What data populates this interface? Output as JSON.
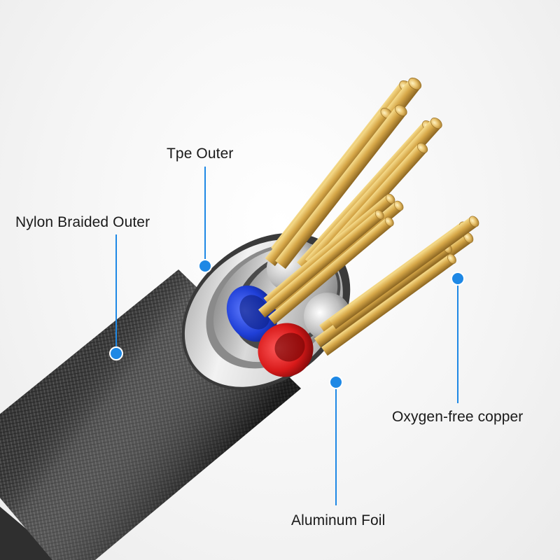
{
  "diagram": {
    "labels": {
      "tpe_outer": "Tpe Outer",
      "nylon_braided_outer": "Nylon Braided Outer",
      "oxygen_free_copper": "Oxygen-free copper",
      "aluminum_foil": "Aluminum Foil"
    },
    "colors": {
      "callout": "#1e88e5",
      "braid": "#3a3a3a",
      "tpe": "#e4e4e4",
      "copper": "#d9ad55",
      "wire_blue": "#1f3fd6",
      "wire_red": "#d81a1a",
      "foil": "#b9b9b9"
    }
  }
}
